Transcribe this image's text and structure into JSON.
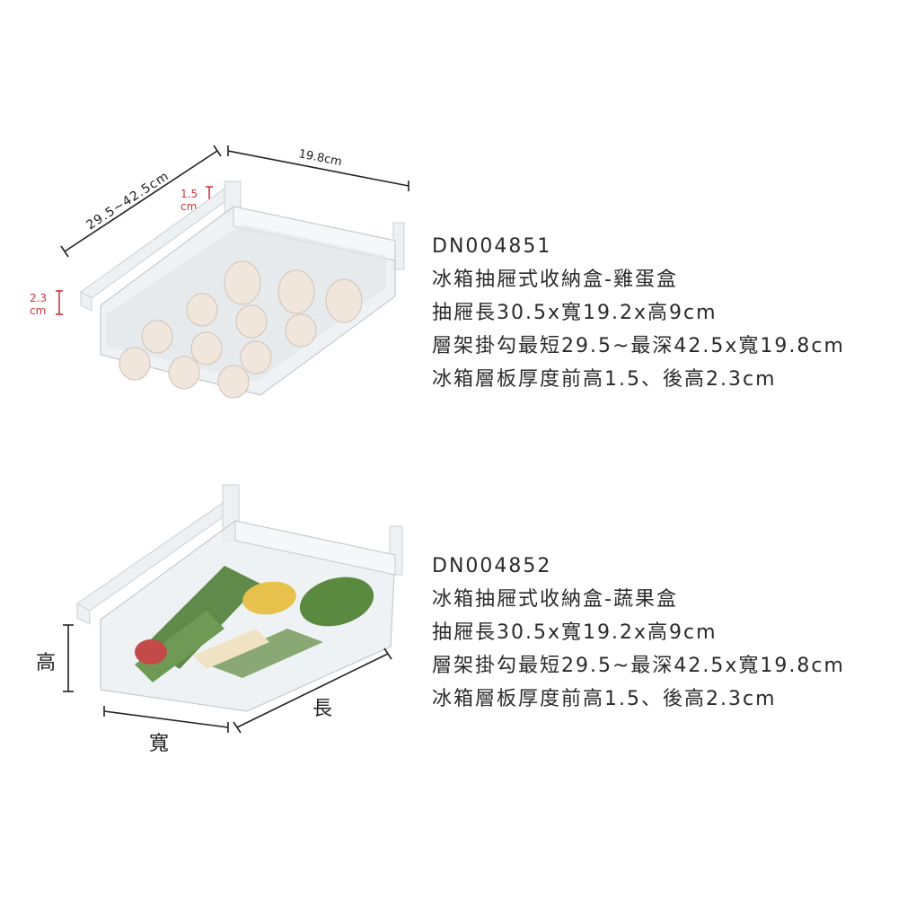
{
  "products": [
    {
      "model": "DN004851",
      "name": "冰箱抽屜式收納盒-雞蛋盒",
      "specs": [
        "抽屜長30.5x寬19.2x高9cm",
        "層架掛勾最短29.5~最深42.5x寬19.8cm",
        "冰箱層板厚度前高1.5、後高2.3cm"
      ],
      "dimension_labels": {
        "depth": "29.5~42.5cm",
        "width": "19.8cm",
        "front_thickness_value": "1.5",
        "front_thickness_unit": "cm",
        "rear_thickness_value": "2.3",
        "rear_thickness_unit": "cm"
      }
    },
    {
      "model": "DN004852",
      "name": "冰箱抽屜式收納盒-蔬果盒",
      "specs": [
        "抽屜長30.5x寬19.2x高9cm",
        "層架掛勾最短29.5~最深42.5x寬19.8cm",
        "冰箱層板厚度前高1.5、後高2.3cm"
      ],
      "dimension_labels": {
        "height": "高",
        "width": "寬",
        "length": "長"
      }
    }
  ],
  "colors": {
    "thickness_marker": "#c8363c",
    "dimension_line": "#222222",
    "container": "#e9edf0",
    "egg": "#f1e6dc",
    "vegetable": "#5f8a4a",
    "corn": "#e7c14b"
  }
}
